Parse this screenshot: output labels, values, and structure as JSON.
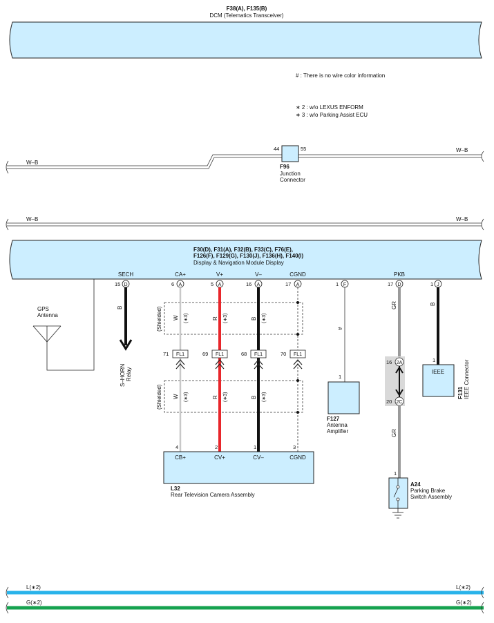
{
  "dcm": {
    "codes": "F38(A), F135(B)",
    "name": "DCM (Telematics Transceiver)"
  },
  "notes": {
    "hash": "# : There is no wire color information",
    "n2": "∗ 2 : w/o LEXUS ENFORM",
    "n3": "∗ 3 : w/o Parking Assist ECU"
  },
  "junction": {
    "code": "F96",
    "name1": "Junction",
    "name2": "Connector",
    "pin_left": "44",
    "pin_right": "55",
    "wire_left": "W–B",
    "wire_right": "W–B"
  },
  "wire2": {
    "left": "W–B",
    "right": "W–B"
  },
  "display": {
    "codes1": "F30(D), F31(A), F32(B), F33(C), F76(E),",
    "codes2": "F126(F), F129(G), F130(J), F136(H), F140(I)",
    "name": "Display & Navigation Module Display"
  },
  "terminals": [
    {
      "label": "SECH",
      "pin": "15",
      "conn": "D"
    },
    {
      "label": "CA+",
      "pin": "6",
      "conn": "A"
    },
    {
      "label": "V+",
      "pin": "5",
      "conn": "A"
    },
    {
      "label": "V–",
      "pin": "16",
      "conn": "A"
    },
    {
      "label": "CGND",
      "pin": "17",
      "conn": "A"
    },
    {
      "label": "",
      "pin": "1",
      "conn": "F"
    },
    {
      "label": "PKB",
      "pin": "17",
      "conn": "D"
    },
    {
      "label": "",
      "pin": "1",
      "conn": "J"
    }
  ],
  "gps": {
    "line1": "GPS",
    "line2": "Antenna"
  },
  "horn": {
    "wire": "B",
    "line1": "S–HORN",
    "line2": "Relay"
  },
  "shield": {
    "label": "(Shielded)",
    "note": "(∗3)"
  },
  "camera_wires": [
    {
      "color": "W",
      "fl_pin": "71",
      "bottom_pin": "4"
    },
    {
      "color": "R",
      "fl_pin": "69",
      "bottom_pin": "2"
    },
    {
      "color": "B",
      "fl_pin": "68",
      "bottom_pin": "1"
    },
    {
      "color": "",
      "fl_pin": "70",
      "bottom_pin": "3"
    }
  ],
  "fl_label": "FL1",
  "camera": {
    "code": "L32",
    "name": "Rear Television Camera Assembly",
    "terms": [
      "CB+",
      "CV+",
      "CV–",
      "CGND"
    ]
  },
  "amp": {
    "wire": "#",
    "pin": "1",
    "code": "F127",
    "name1": "Antenna",
    "name2": "Amplifier"
  },
  "pkb": {
    "wire": "GR",
    "wire2": "GR",
    "conn1_pin": "16",
    "conn1": "2A",
    "conn2_pin": "20",
    "conn2": "2C"
  },
  "parking": {
    "pin": "1",
    "code": "A24",
    "name1": "Parking Brake",
    "name2": "Switch Assembly"
  },
  "ieee": {
    "wire": "B",
    "pin": "1",
    "label": "IEEE",
    "code": "F131",
    "name": "IEEE Connector"
  },
  "bus": {
    "l_left": "L(∗2)",
    "l_right": "L(∗2)",
    "g_left": "G(∗2)",
    "g_right": "G(∗2)"
  },
  "colors": {
    "fill": "#cceeff",
    "red": "#e8262b",
    "blue": "#29b3ea",
    "green": "#16a24f",
    "gray": "#9a9a9a"
  }
}
